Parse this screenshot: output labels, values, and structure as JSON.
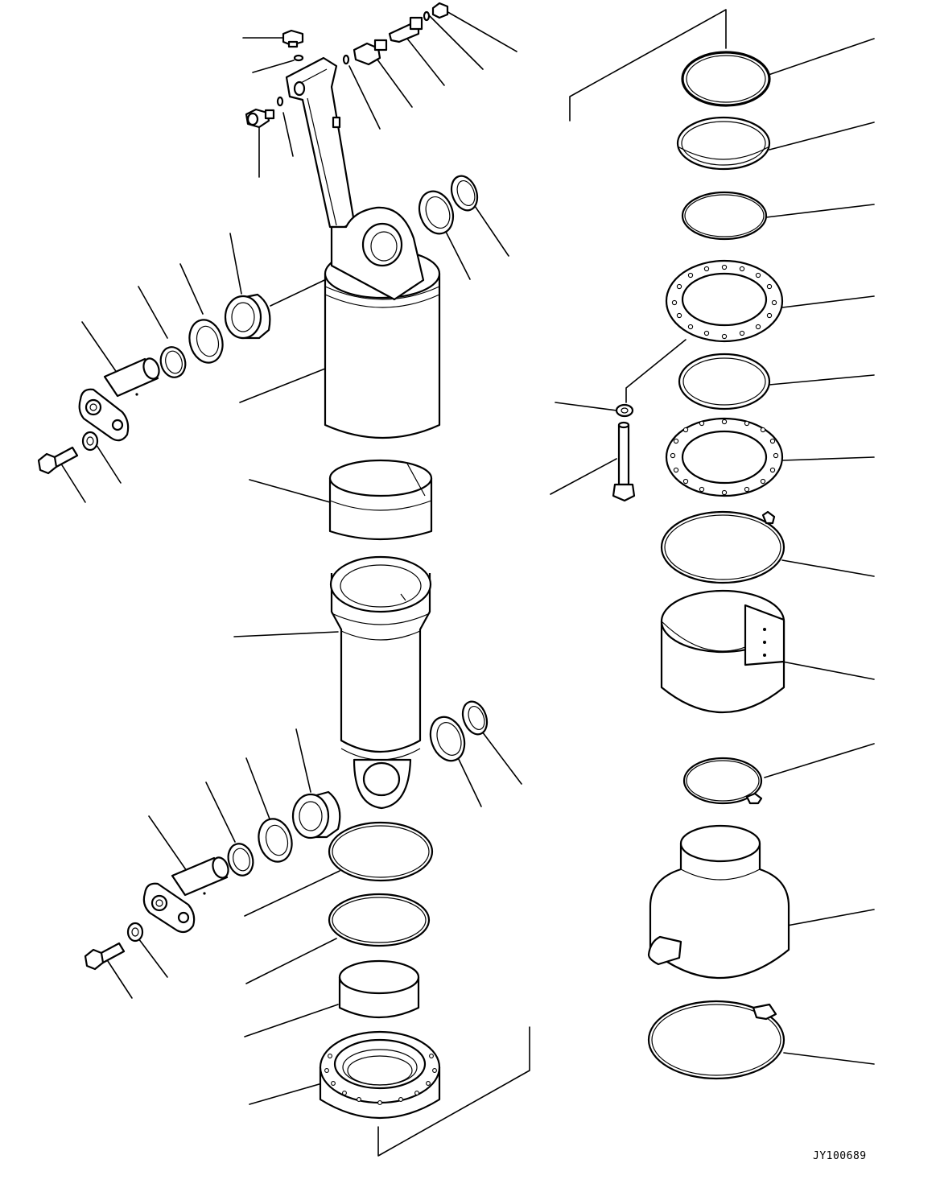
{
  "drawing_code": "JY100689",
  "parts": [
    "plug",
    "o-ring",
    "fitting",
    "rod",
    "spherical-bearing",
    "snap-ring",
    "collar",
    "seal",
    "pin",
    "lock-plate",
    "bolt",
    "washer",
    "bushing",
    "cylinder",
    "clamp",
    "flange",
    "boot",
    "cover"
  ]
}
